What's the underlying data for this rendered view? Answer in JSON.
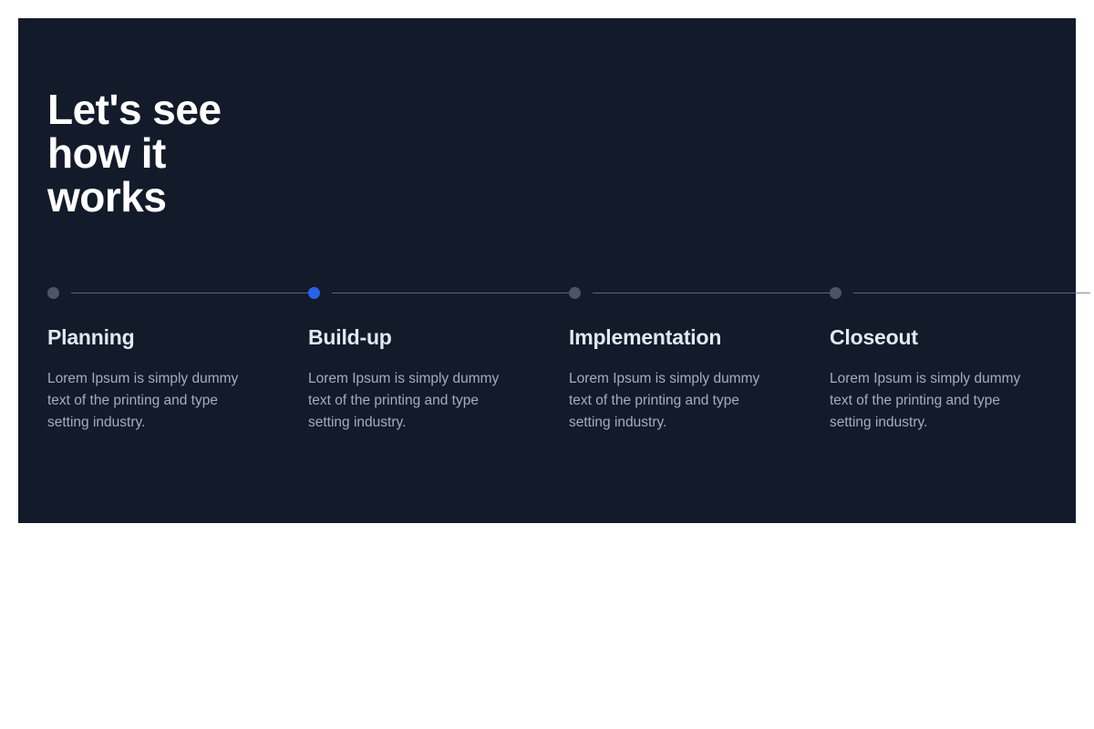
{
  "hero": {
    "heading": "Let's see\nhow it\nworks",
    "background_color": "#131A2A",
    "heading_color": "#FFFFFF"
  },
  "timeline": {
    "active_color": "#2563EB",
    "inactive_color": "#4A5568",
    "line_color": "#6B7384",
    "active_step_index": 1,
    "steps": [
      {
        "marker": "step-dot-inactive",
        "title": "Planning",
        "text": "Lorem Ipsum is simply dummy text of the printing and type setting industry.",
        "active": false
      },
      {
        "marker": "step-dot-active",
        "title": "Build-up",
        "text": "Lorem Ipsum is simply dummy text of the printing and type setting industry.",
        "active": true
      },
      {
        "marker": "step-dot-inactive",
        "title": "Implementation",
        "text": "Lorem Ipsum is simply dummy text of the printing and type setting industry.",
        "active": false
      },
      {
        "marker": "step-dot-inactive",
        "title": "Closeout",
        "text": "Lorem Ipsum is simply dummy text of the printing and type setting industry.",
        "active": false
      }
    ]
  }
}
